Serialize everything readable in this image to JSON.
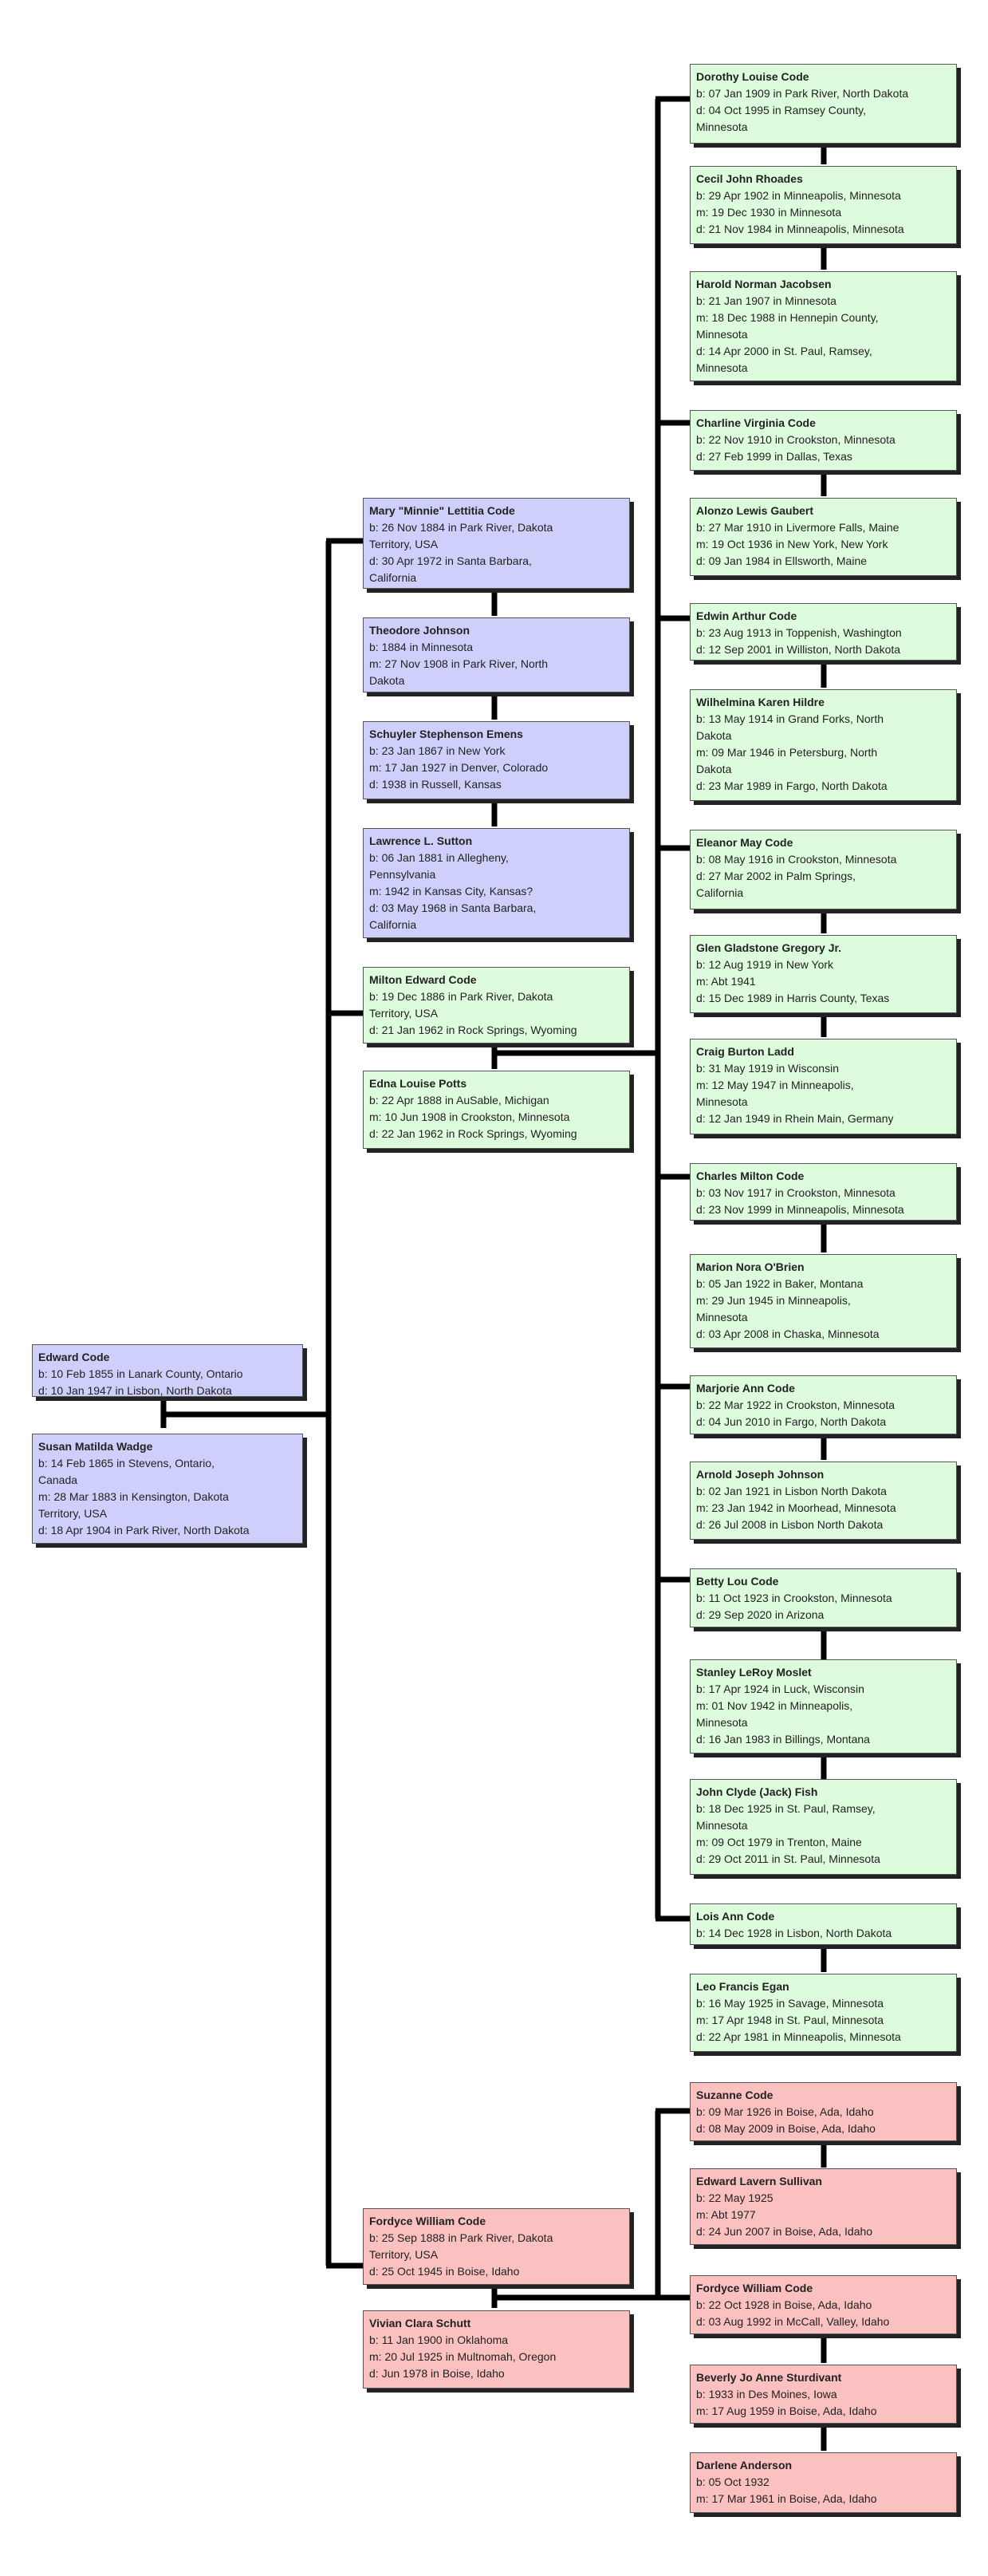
{
  "people": {
    "edward": {
      "name": "Edward Code",
      "lines": [
        "b: 10 Feb 1855 in Lanark County, Ontario",
        "d: 10 Jan 1947 in Lisbon, North Dakota"
      ]
    },
    "susan": {
      "name": "Susan Matilda Wadge",
      "lines": [
        "b: 14 Feb 1865 in Stevens, Ontario,",
        "Canada",
        "m: 28 Mar 1883 in Kensington, Dakota",
        "Territory, USA",
        "d: 18 Apr 1904 in Park River, North Dakota"
      ]
    },
    "mary": {
      "name": "Mary \"Minnie\" Lettitia Code",
      "lines": [
        "b: 26 Nov 1884 in Park River, Dakota",
        "Territory, USA",
        "d: 30 Apr 1972 in Santa Barbara,",
        "California"
      ]
    },
    "theodore": {
      "name": "Theodore Johnson",
      "lines": [
        "b: 1884 in Minnesota",
        "m: 27 Nov 1908 in Park River, North",
        "Dakota"
      ]
    },
    "schuyler": {
      "name": "Schuyler Stephenson Emens",
      "lines": [
        "b: 23 Jan 1867 in New York",
        "m: 17 Jan 1927 in Denver, Colorado",
        "d: 1938 in Russell, Kansas"
      ]
    },
    "lawrence": {
      "name": "Lawrence L. Sutton",
      "lines": [
        "b: 06 Jan 1881 in Allegheny,",
        "Pennsylvania",
        "m: 1942 in Kansas City, Kansas?",
        "d: 03 May 1968 in Santa Barbara,",
        "California"
      ]
    },
    "milton": {
      "name": "Milton Edward Code",
      "lines": [
        "b: 19 Dec 1886 in Park River, Dakota",
        "Territory, USA",
        "d: 21 Jan 1962 in Rock Springs, Wyoming"
      ]
    },
    "edna": {
      "name": "Edna Louise Potts",
      "lines": [
        "b: 22 Apr 1888 in AuSable, Michigan",
        "m: 10 Jun 1908 in Crookston, Minnesota",
        "d: 22 Jan 1962 in Rock Springs, Wyoming"
      ]
    },
    "fordyce_sr": {
      "name": "Fordyce William Code",
      "lines": [
        "b: 25 Sep 1888 in Park River, Dakota",
        "Territory, USA",
        "d: 25 Oct 1945 in Boise, Idaho"
      ]
    },
    "vivian": {
      "name": "Vivian Clara Schutt",
      "lines": [
        "b: 11 Jan 1900 in Oklahoma",
        "m: 20 Jul 1925 in Multnomah, Oregon",
        "d: Jun 1978 in Boise, Idaho"
      ]
    },
    "dorothy": {
      "name": "Dorothy Louise Code",
      "lines": [
        "b: 07 Jan 1909 in Park River, North Dakota",
        "d: 04 Oct 1995 in Ramsey County,",
        "Minnesota"
      ]
    },
    "cecil": {
      "name": "Cecil John Rhoades",
      "lines": [
        "b: 29 Apr 1902 in Minneapolis, Minnesota",
        "m: 19 Dec 1930 in Minnesota",
        "d: 21 Nov 1984 in Minneapolis, Minnesota"
      ]
    },
    "harold": {
      "name": "Harold Norman Jacobsen",
      "lines": [
        "b: 21 Jan 1907 in Minnesota",
        "m: 18 Dec 1988 in Hennepin County,",
        "Minnesota",
        "d: 14 Apr 2000 in St. Paul, Ramsey,",
        "Minnesota"
      ]
    },
    "charline": {
      "name": "Charline Virginia Code",
      "lines": [
        "b: 22 Nov 1910 in Crookston, Minnesota",
        "d: 27 Feb 1999 in Dallas, Texas"
      ]
    },
    "alonzo": {
      "name": "Alonzo Lewis Gaubert",
      "lines": [
        "b: 27 Mar 1910 in Livermore Falls, Maine",
        "m: 19 Oct 1936 in New York, New York",
        "d: 09 Jan 1984 in Ellsworth, Maine"
      ]
    },
    "edwin": {
      "name": "Edwin Arthur Code",
      "lines": [
        "b: 23 Aug 1913 in Toppenish, Washington",
        "d: 12 Sep 2001 in Williston, North Dakota"
      ]
    },
    "wilhelmina": {
      "name": "Wilhelmina Karen Hildre",
      "lines": [
        "b: 13 May 1914 in Grand Forks, North",
        "Dakota",
        "m: 09 Mar 1946 in Petersburg, North",
        "Dakota",
        "d: 23 Mar 1989 in Fargo, North Dakota"
      ]
    },
    "eleanor": {
      "name": "Eleanor May Code",
      "lines": [
        "b: 08 May 1916 in Crookston, Minnesota",
        "d: 27 Mar 2002 in Palm Springs,",
        "California"
      ]
    },
    "glen": {
      "name": "Glen Gladstone Gregory Jr.",
      "lines": [
        "b: 12 Aug 1919 in New York",
        "m: Abt 1941",
        "d: 15 Dec 1989 in Harris County, Texas"
      ]
    },
    "craig": {
      "name": "Craig Burton Ladd",
      "lines": [
        "b: 31 May 1919 in Wisconsin",
        "m: 12 May 1947 in Minneapolis,",
        "Minnesota",
        "d: 12 Jan 1949 in Rhein Main, Germany"
      ]
    },
    "charles": {
      "name": "Charles Milton Code",
      "lines": [
        "b: 03 Nov 1917 in Crookston, Minnesota",
        "d: 23 Nov 1999 in Minneapolis, Minnesota"
      ]
    },
    "marion": {
      "name": "Marion Nora O'Brien",
      "lines": [
        "b: 05 Jan 1922 in Baker, Montana",
        "m: 29 Jun 1945 in Minneapolis,",
        "Minnesota",
        "d: 03 Apr 2008 in Chaska, Minnesota"
      ]
    },
    "marjorie": {
      "name": "Marjorie Ann Code",
      "lines": [
        "b: 22 Mar 1922 in Crookston, Minnesota",
        "d: 04 Jun 2010 in Fargo, North Dakota"
      ]
    },
    "arnold": {
      "name": "Arnold Joseph Johnson",
      "lines": [
        "b: 02 Jan 1921 in Lisbon North Dakota",
        "m: 23 Jan 1942 in Moorhead, Minnesota",
        "d: 26 Jul 2008 in Lisbon North Dakota"
      ]
    },
    "betty": {
      "name": "Betty Lou Code",
      "lines": [
        "b: 11 Oct 1923 in Crookston, Minnesota",
        "d: 29 Sep 2020 in Arizona"
      ]
    },
    "stanley": {
      "name": "Stanley LeRoy Moslet",
      "lines": [
        "b: 17 Apr 1924 in Luck, Wisconsin",
        "m: 01 Nov 1942 in Minneapolis,",
        "Minnesota",
        "d: 16 Jan 1983 in Billings, Montana"
      ]
    },
    "john": {
      "name": "John Clyde (Jack) Fish",
      "lines": [
        "b: 18 Dec 1925 in St. Paul, Ramsey,",
        "Minnesota",
        "m: 09 Oct 1979 in Trenton, Maine",
        "d: 29 Oct 2011 in St. Paul, Minnesota"
      ]
    },
    "lois": {
      "name": "Lois Ann Code",
      "lines": [
        "b: 14 Dec 1928 in Lisbon, North Dakota"
      ]
    },
    "leo": {
      "name": "Leo Francis Egan",
      "lines": [
        "b: 16 May 1925 in Savage, Minnesota",
        "m: 17 Apr 1948 in St. Paul, Minnesota",
        "d: 22 Apr 1981 in Minneapolis, Minnesota"
      ]
    },
    "suzanne": {
      "name": "Suzanne Code",
      "lines": [
        "b: 09 Mar 1926 in Boise, Ada, Idaho",
        "d: 08 May 2009 in Boise, Ada, Idaho"
      ]
    },
    "edward_s": {
      "name": "Edward Lavern Sullivan",
      "lines": [
        "b: 22 May 1925",
        "m: Abt 1977",
        "d: 24 Jun 2007 in Boise, Ada, Idaho"
      ]
    },
    "fordyce_jr": {
      "name": "Fordyce William Code",
      "lines": [
        "b: 22 Oct 1928 in Boise, Ada, Idaho",
        "d: 03 Aug 1992 in McCall, Valley, Idaho"
      ]
    },
    "beverly": {
      "name": "Beverly Jo Anne Sturdivant",
      "lines": [
        "b: 1933 in Des Moines, Iowa",
        "m: 17 Aug 1959 in Boise, Ada, Idaho"
      ]
    },
    "darlene": {
      "name": "Darlene Anderson",
      "lines": [
        "b: 05 Oct 1932",
        "m: 17 Mar 1961 in Boise, Ada, Idaho"
      ]
    }
  },
  "colors": {
    "generation_1": "#cfcffb",
    "generation_2_code": "#cfcffb",
    "milton_family": "#ddfbdd",
    "fordyce_family": "#fbc0c0",
    "connector": "#000000"
  }
}
